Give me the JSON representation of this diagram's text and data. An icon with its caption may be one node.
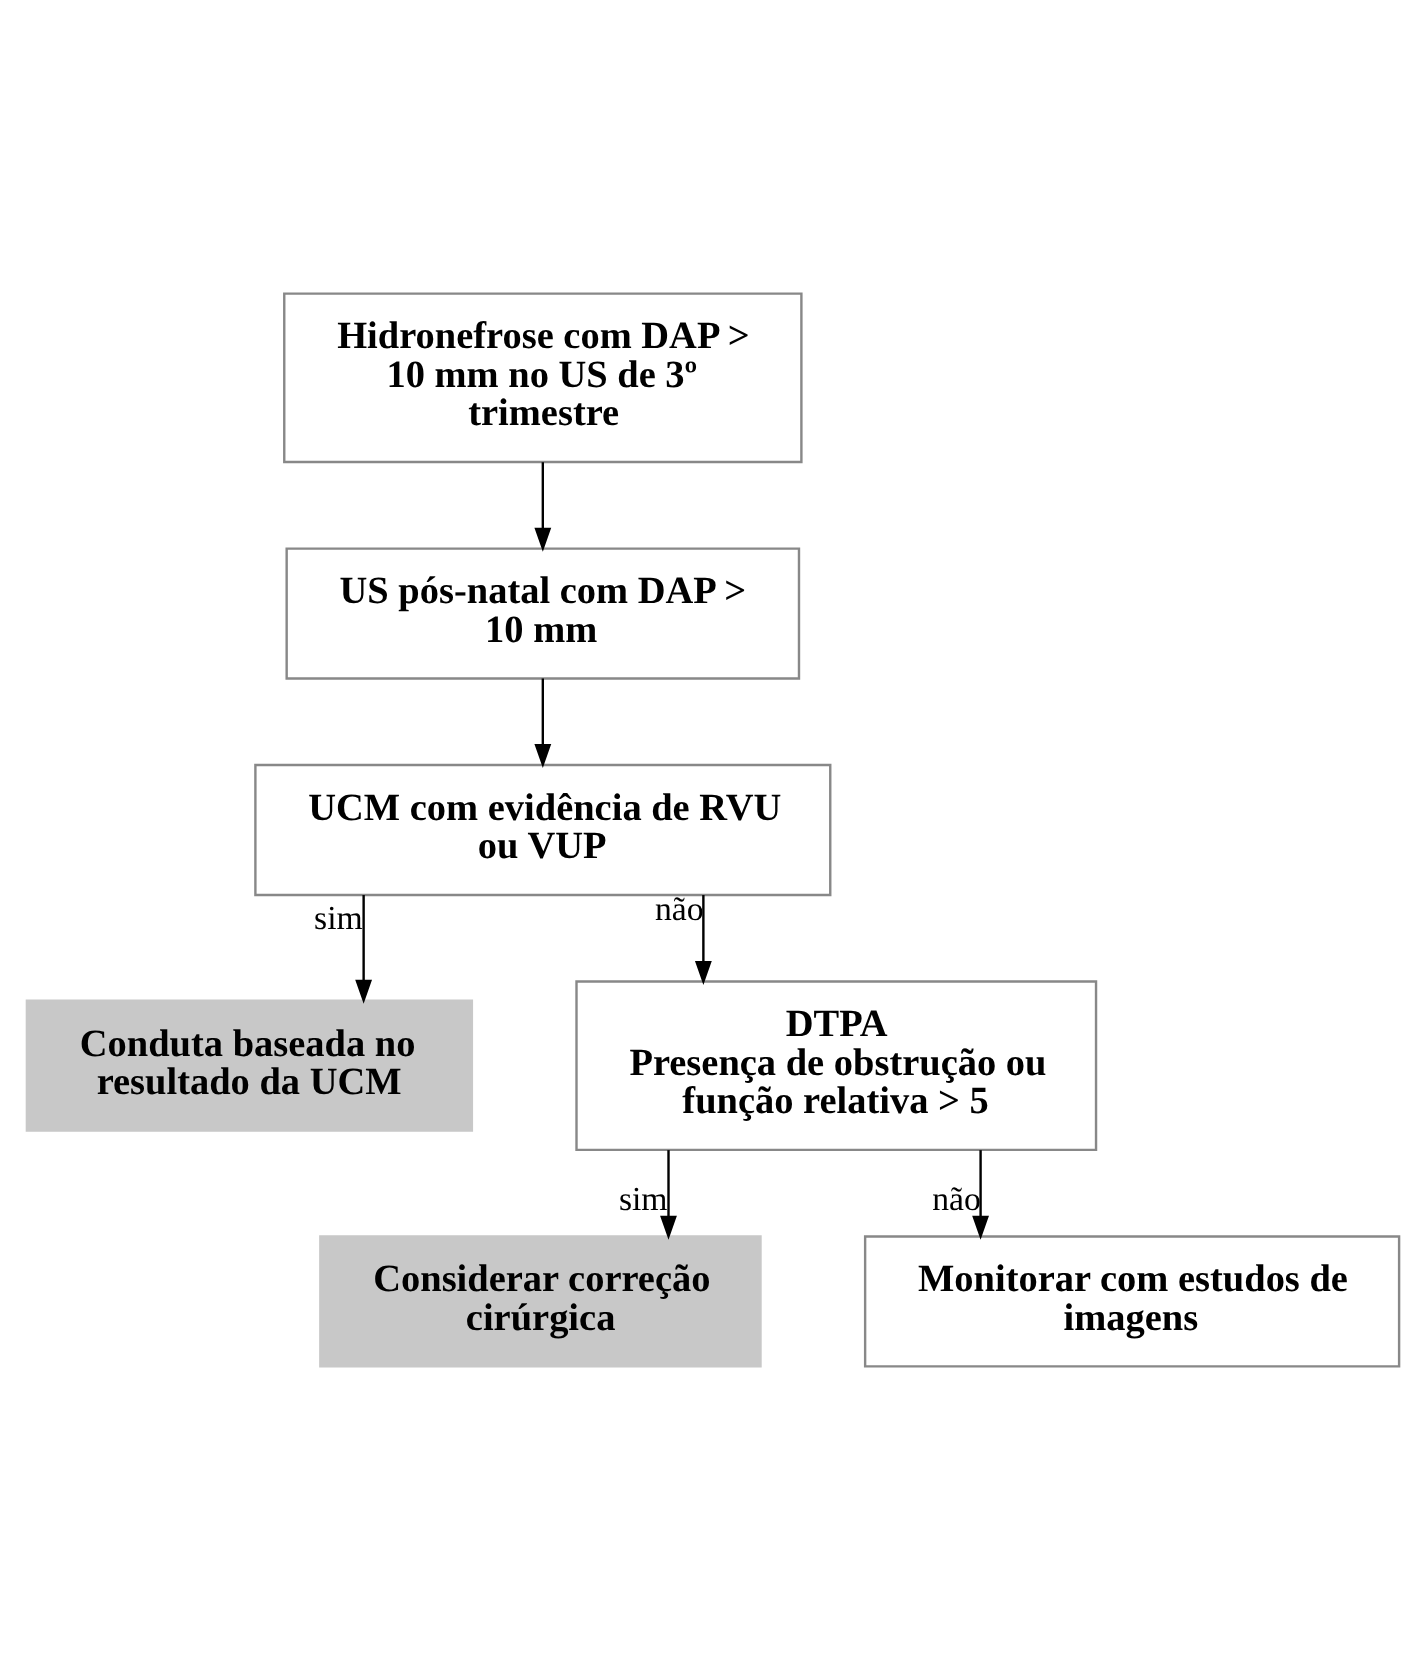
{
  "diagram": {
    "nodes": [
      {
        "text": [
          "Hidronefrose com DAP > 10 mm no US de 3º trimestre"
        ]
      },
      {
        "text": [
          "US pós-natal com DAP > 10 mm"
        ]
      },
      {
        "text": [
          "UCM com evidência de RVU ou VUP"
        ]
      },
      {
        "text": [
          "Conduta baseada no resultado da UCM"
        ]
      },
      {
        "text": [
          "DTPA",
          "Presença de obstrução ou função relativa > 5"
        ]
      },
      {
        "text": [
          "Considerar correção cirúrgica"
        ]
      },
      {
        "text": [
          "Monitorar com estudos de imagens"
        ]
      }
    ],
    "edges": [
      {
        "from": 0,
        "to": 1,
        "arrow": "to"
      },
      {
        "from": 1,
        "to": 2,
        "arrow": "to"
      },
      {
        "from": 2,
        "to": 3,
        "arrow": "to",
        "label": "sim"
      },
      {
        "from": 2,
        "to": 4,
        "arrow": "to",
        "label": "não"
      },
      {
        "from": 4,
        "to": 5,
        "arrow": "to",
        "label": "sim"
      },
      {
        "from": 4,
        "to": 6,
        "arrow": "to",
        "label": "não"
      }
    ]
  }
}
